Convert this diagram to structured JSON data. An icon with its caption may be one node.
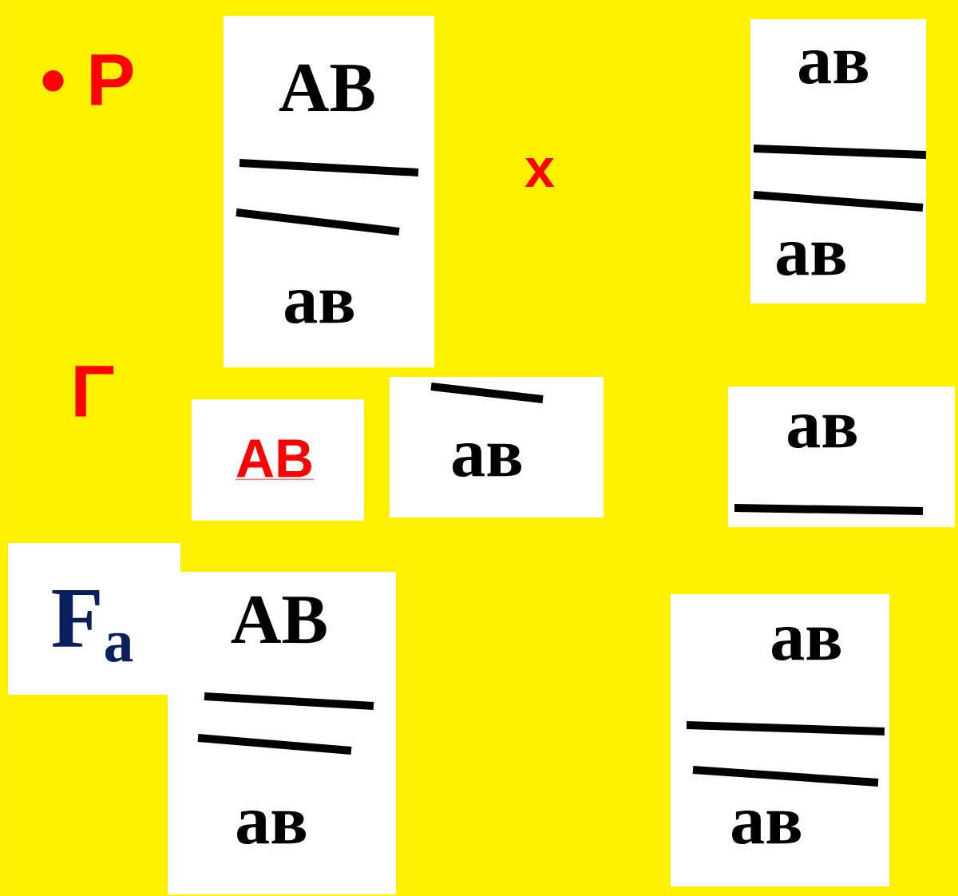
{
  "diagram": {
    "nodes": [
      {
        "text": [
          "AB",
          "aв"
        ]
      },
      {
        "text": [
          "aв",
          "aв"
        ]
      },
      {
        "text": [
          "AB"
        ]
      },
      {
        "text": [
          "aв"
        ]
      },
      {
        "text": [
          "aв"
        ]
      },
      {
        "text": [
          "F$_{a}$"
        ]
      },
      {
        "text": [
          "AB",
          "aв"
        ]
      },
      {
        "text": [
          "aв",
          "aв"
        ]
      }
    ],
    "labels": [
      "• P",
      "x",
      "Γ"
    ]
  }
}
